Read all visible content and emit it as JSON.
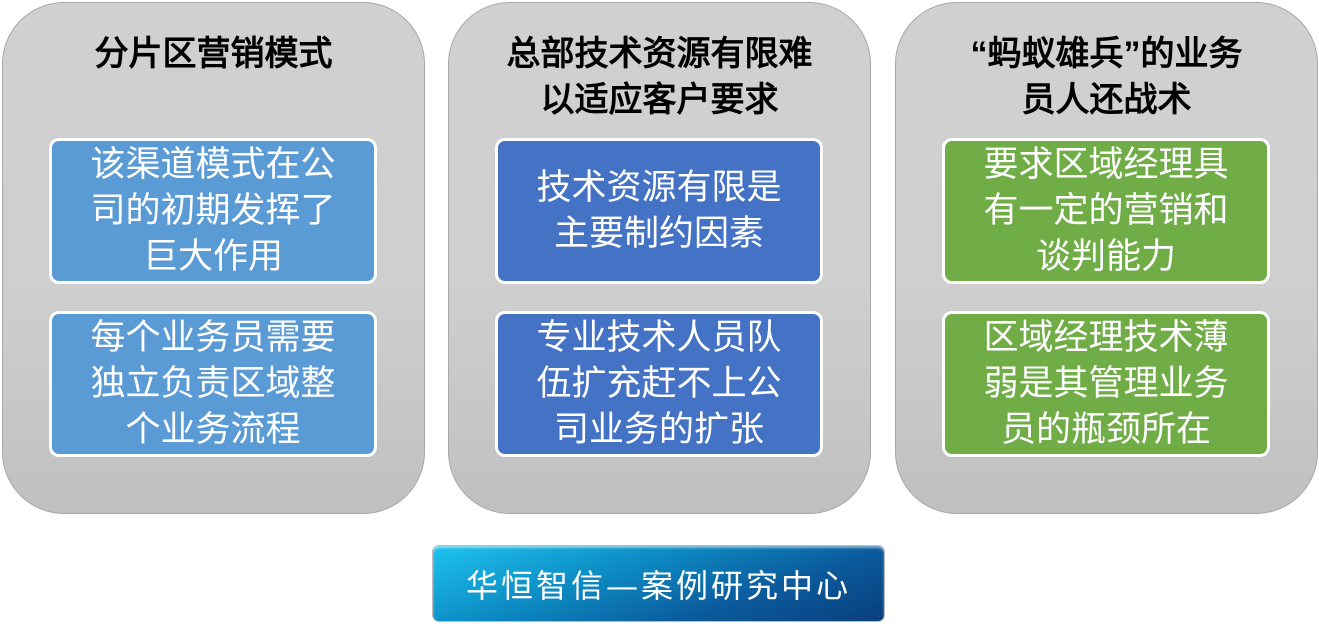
{
  "columns": [
    {
      "title": [
        "分片区营销模式"
      ],
      "color": "#5b9bd5",
      "boxes": [
        [
          "该渠道模式在公",
          "司的初期发挥了",
          "巨大作用"
        ],
        [
          "每个业务员需要",
          "独立负责区域整",
          "个业务流程"
        ]
      ]
    },
    {
      "title": [
        "总部技术资源有限难",
        "以适应客户要求"
      ],
      "color": "#4472c4",
      "boxes": [
        [
          "技术资源有限是",
          "主要制约因素"
        ],
        [
          "专业技术人员队",
          "伍扩充赶不上公",
          "司业务的扩张"
        ]
      ]
    },
    {
      "title": [
        "“蚂蚁雄兵”的业务",
        "员人还战术"
      ],
      "color": "#70ad47",
      "boxes": [
        [
          "要求区域经理具",
          "有一定的营销和",
          "谈判能力"
        ],
        [
          "区域经理技术薄",
          "弱是其管理业务",
          "员的瓶颈所在"
        ]
      ]
    }
  ],
  "banner": {
    "text": "华恒智信—案例研究中心"
  }
}
